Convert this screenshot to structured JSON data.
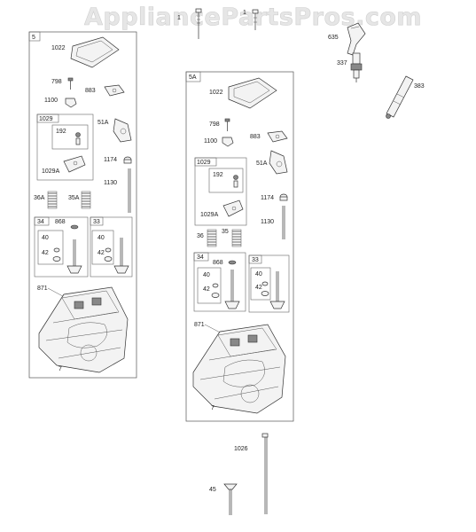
{
  "watermark": "AppliancePartsPros.com",
  "panels": {
    "left": {
      "tag": "5",
      "labels": {
        "gasket": "1022",
        "screw": "798",
        "fitting": "1100",
        "gasket_small": "883",
        "rocker_group": "1029",
        "ball_stud": "192",
        "rocker_arm": "1029A",
        "cover": "51A",
        "nut": "1174",
        "push_rod": "1130",
        "spring_a": "36A",
        "spring_b": "35A",
        "intake_group": "34",
        "intake_key": "868",
        "exhaust_group": "33",
        "retainer": "40",
        "rotator": "42",
        "breather": "871",
        "cylinder_head": "7"
      }
    },
    "right": {
      "tag": "5A",
      "labels": {
        "gasket": "1022",
        "screw": "798",
        "fitting": "1100",
        "gasket_small": "883",
        "rocker_group": "1029",
        "ball_stud": "192",
        "rocker_arm": "1029A",
        "cover": "51A",
        "nut": "1174",
        "push_rod": "1130",
        "spring_a": "36",
        "spring_b": "35",
        "intake_group": "34",
        "intake_key": "868",
        "exhaust_group": "33",
        "retainer": "40",
        "rotator": "42",
        "breather": "871",
        "cylinder_head": "7"
      }
    }
  },
  "loose_parts": {
    "top_screw_left": "1",
    "top_screw_right": "1",
    "boot": "635",
    "spark_plug": "337",
    "tool": "383",
    "long_rod": "1026",
    "valve": "45"
  }
}
